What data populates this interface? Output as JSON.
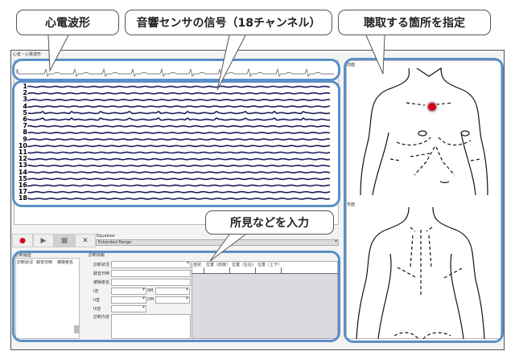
{
  "callouts": {
    "ecg": "心電波形",
    "sensors": "音響センサの信号（18チャンネル）",
    "location": "聴取する箇所を指定",
    "findings": "所見などを入力"
  },
  "window": {
    "title": "心音・心電波形"
  },
  "channels": [
    "1",
    "2",
    "3",
    "4",
    "5",
    "6",
    "7",
    "8",
    "9",
    "10",
    "11",
    "12",
    "13",
    "14",
    "15",
    "16",
    "17",
    "18"
  ],
  "toolbar": {
    "record": "●",
    "play": "▶",
    "stop": "■",
    "close": "✕",
    "equalizer_label": "Equalizer",
    "equalizer_value": "Extended Range"
  },
  "history": {
    "title": "診断履歴",
    "columns": [
      "診断状況",
      "録音日時",
      "被験者名"
    ]
  },
  "diagnosis": {
    "title": "診断情報",
    "fields": {
      "status": "診断状況",
      "datetime": "録音日時",
      "subject": "被験者名",
      "s1": "I音",
      "s2": "II音",
      "s3": "III音",
      "sm": "SM",
      "dm": "DM",
      "content": "診断内容"
    },
    "grid_columns": [
      "症状",
      "位置（前後）",
      "位置（左右）",
      "位置（上下）"
    ]
  },
  "body": {
    "front": "前面",
    "back": "背面",
    "marker_color": "#d0021b"
  },
  "colors": {
    "highlight": "#5b8fc7",
    "signal": "#1c1c5e"
  }
}
